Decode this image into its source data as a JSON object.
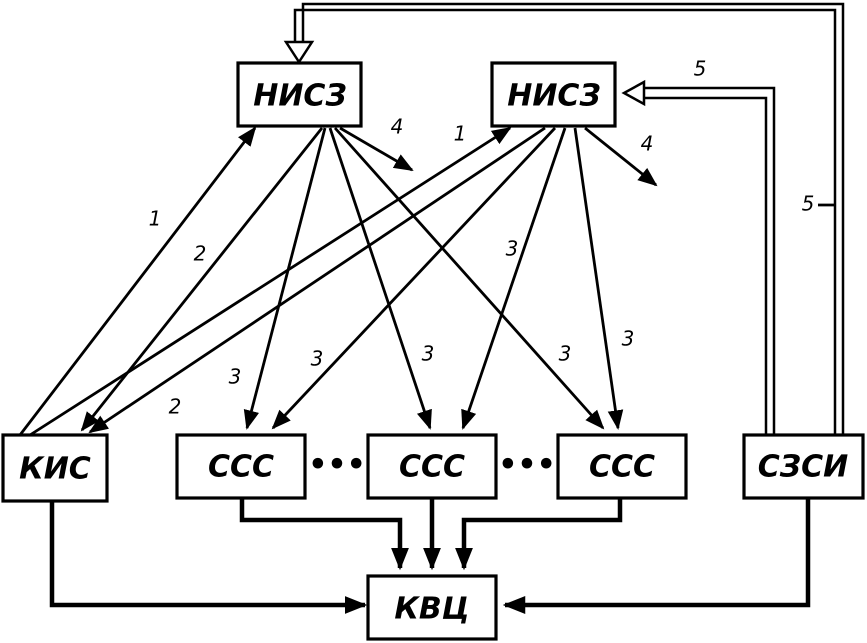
{
  "boxes": {
    "nisz_left": "НИСЗ",
    "nisz_right": "НИСЗ",
    "kis": "КИС",
    "ssc_1": "ССС",
    "ssc_2": "ССС",
    "ssc_3": "ССС",
    "szsi": "СЗСИ",
    "kvc": "КВЦ"
  },
  "ellipsis": "•••",
  "labels": {
    "one": "1",
    "two": "2",
    "three": "3",
    "four": "4",
    "five": "5"
  }
}
